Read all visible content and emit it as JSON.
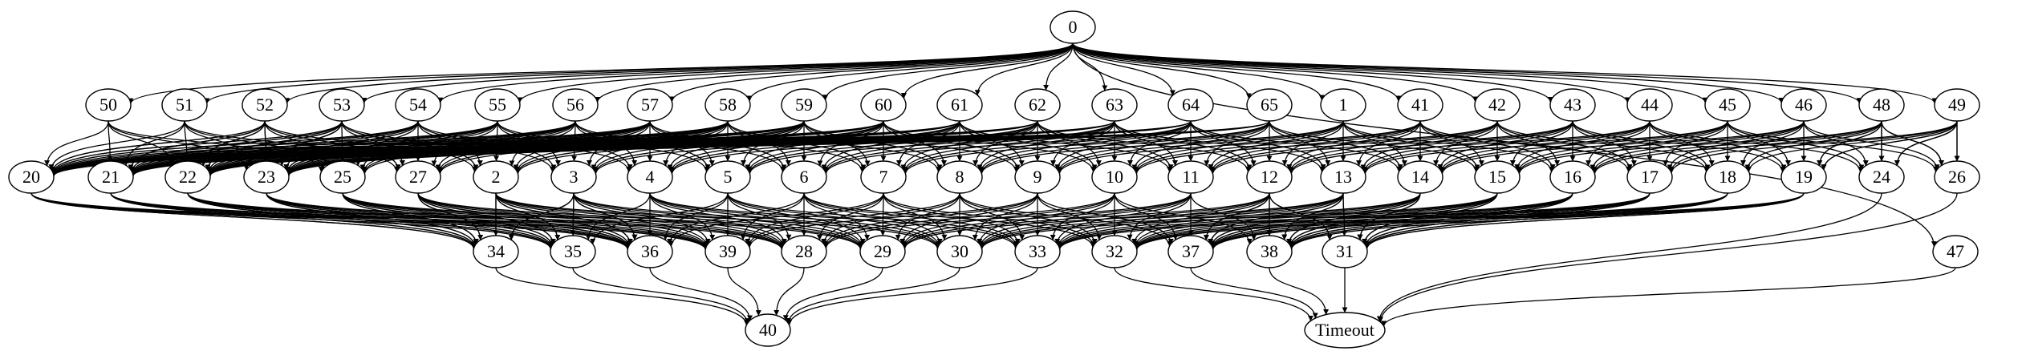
{
  "graph": {
    "nodes": [
      {
        "id": "0",
        "label": "0"
      },
      {
        "id": "50",
        "label": "50"
      },
      {
        "id": "51",
        "label": "51"
      },
      {
        "id": "52",
        "label": "52"
      },
      {
        "id": "53",
        "label": "53"
      },
      {
        "id": "54",
        "label": "54"
      },
      {
        "id": "55",
        "label": "55"
      },
      {
        "id": "56",
        "label": "56"
      },
      {
        "id": "57",
        "label": "57"
      },
      {
        "id": "58",
        "label": "58"
      },
      {
        "id": "59",
        "label": "59"
      },
      {
        "id": "60",
        "label": "60"
      },
      {
        "id": "61",
        "label": "61"
      },
      {
        "id": "62",
        "label": "62"
      },
      {
        "id": "63",
        "label": "63"
      },
      {
        "id": "64",
        "label": "64"
      },
      {
        "id": "65",
        "label": "65"
      },
      {
        "id": "1",
        "label": "1"
      },
      {
        "id": "41",
        "label": "41"
      },
      {
        "id": "42",
        "label": "42"
      },
      {
        "id": "43",
        "label": "43"
      },
      {
        "id": "44",
        "label": "44"
      },
      {
        "id": "45",
        "label": "45"
      },
      {
        "id": "46",
        "label": "46"
      },
      {
        "id": "48",
        "label": "48"
      },
      {
        "id": "49",
        "label": "49"
      },
      {
        "id": "20",
        "label": "20"
      },
      {
        "id": "21",
        "label": "21"
      },
      {
        "id": "22",
        "label": "22"
      },
      {
        "id": "23",
        "label": "23"
      },
      {
        "id": "25",
        "label": "25"
      },
      {
        "id": "27",
        "label": "27"
      },
      {
        "id": "2",
        "label": "2"
      },
      {
        "id": "3",
        "label": "3"
      },
      {
        "id": "4",
        "label": "4"
      },
      {
        "id": "5",
        "label": "5"
      },
      {
        "id": "6",
        "label": "6"
      },
      {
        "id": "7",
        "label": "7"
      },
      {
        "id": "8",
        "label": "8"
      },
      {
        "id": "9",
        "label": "9"
      },
      {
        "id": "10",
        "label": "10"
      },
      {
        "id": "11",
        "label": "11"
      },
      {
        "id": "12",
        "label": "12"
      },
      {
        "id": "13",
        "label": "13"
      },
      {
        "id": "14",
        "label": "14"
      },
      {
        "id": "15",
        "label": "15"
      },
      {
        "id": "16",
        "label": "16"
      },
      {
        "id": "17",
        "label": "17"
      },
      {
        "id": "18",
        "label": "18"
      },
      {
        "id": "19",
        "label": "19"
      },
      {
        "id": "24",
        "label": "24"
      },
      {
        "id": "26",
        "label": "26"
      },
      {
        "id": "34",
        "label": "34"
      },
      {
        "id": "35",
        "label": "35"
      },
      {
        "id": "36",
        "label": "36"
      },
      {
        "id": "39",
        "label": "39"
      },
      {
        "id": "28",
        "label": "28"
      },
      {
        "id": "29",
        "label": "29"
      },
      {
        "id": "30",
        "label": "30"
      },
      {
        "id": "33",
        "label": "33"
      },
      {
        "id": "32",
        "label": "32"
      },
      {
        "id": "37",
        "label": "37"
      },
      {
        "id": "38",
        "label": "38"
      },
      {
        "id": "31",
        "label": "31"
      },
      {
        "id": "47",
        "label": "47"
      },
      {
        "id": "40",
        "label": "40",
        "color": "#0000ff"
      },
      {
        "id": "Timeout",
        "label": "Timeout",
        "color": "#ff0000"
      }
    ],
    "colors": {
      "default_stroke": "#000000",
      "text": "#000000",
      "background": "#ffffff"
    }
  }
}
